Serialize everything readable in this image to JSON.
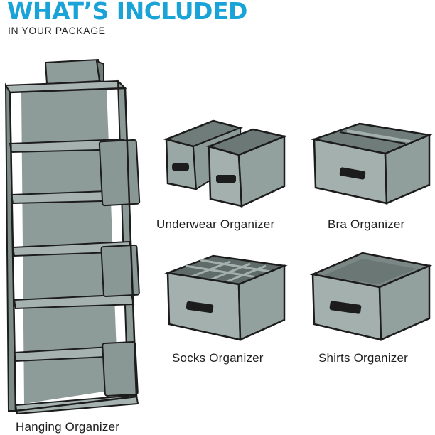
{
  "header": {
    "title": "WHAT’S INCLUDED",
    "subtitle": "IN YOUR PACKAGE"
  },
  "colors": {
    "accent": "#1aa3d6",
    "fabric": "#9aa8a5",
    "fabric_dark": "#7e8c89",
    "trim": "#1c1c1c"
  },
  "products": [
    {
      "id": "hanging",
      "label": "Hanging Organizer"
    },
    {
      "id": "underwear",
      "label": "Underwear Organizer"
    },
    {
      "id": "bra",
      "label": "Bra Organizer"
    },
    {
      "id": "socks",
      "label": "Socks Organizer"
    },
    {
      "id": "shirts",
      "label": "Shirts Organizer"
    }
  ]
}
